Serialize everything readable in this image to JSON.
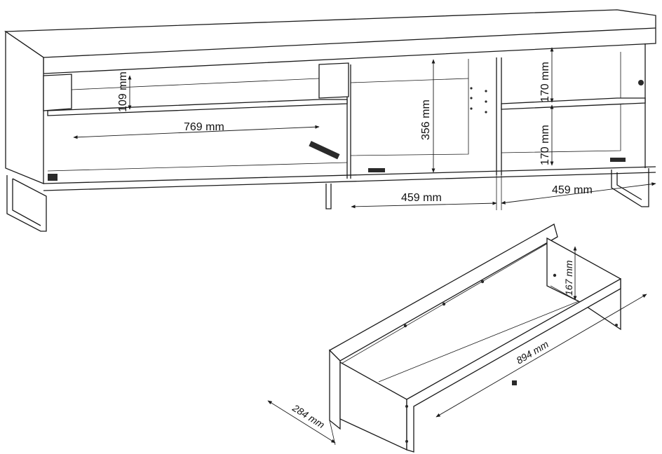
{
  "cabinet": {
    "dimensions": {
      "drawer_height": "109 mm",
      "drawer_width": "769 mm",
      "compartment_height": "356 mm",
      "upper_shelf_height": "170 mm",
      "lower_shelf_height": "170 mm",
      "middle_compartment_width": "459 mm",
      "right_compartment_width": "459 mm"
    }
  },
  "drawer": {
    "dimensions": {
      "height": "167 mm",
      "length": "894 mm",
      "depth": "284 mm"
    }
  },
  "colors": {
    "line": "#1a1a1a",
    "background": "#ffffff"
  }
}
